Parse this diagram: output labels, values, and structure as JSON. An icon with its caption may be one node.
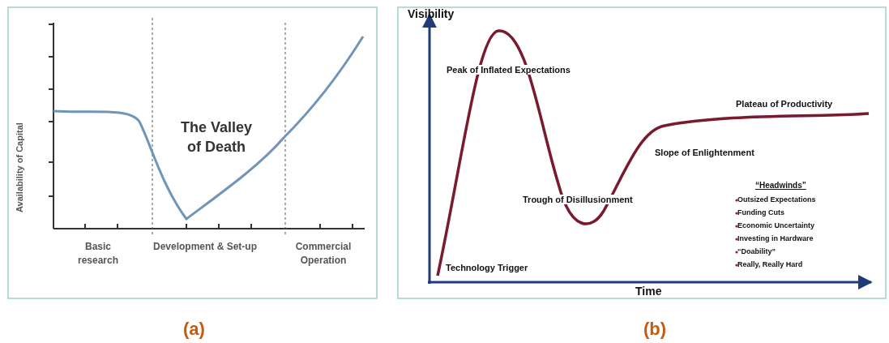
{
  "diagram": {
    "labels": [
      "Availability of Capital",
      "The Valley of Death",
      "Basic research",
      "Development & Set-up",
      "Commercial Operation",
      "Visibility",
      "Peak of Inflated Expectations",
      "Plateau of Productivity",
      "Slope of Enlightenment",
      "Trough of Disillusionment",
      "“Headwinds”",
      "Outsized Expectations",
      "Funding Cuts",
      "Economic Uncertainty",
      "Investing in Hardware",
      "“Doability”",
      "Really, Really Hard",
      "Technology Trigger",
      "Time",
      "(a)",
      "(b)"
    ]
  }
}
